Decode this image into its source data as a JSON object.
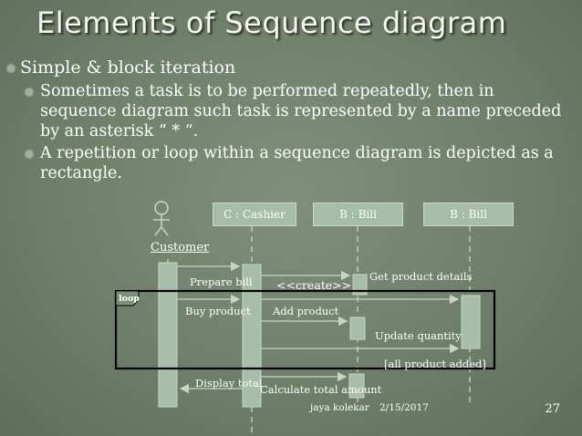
{
  "slide": {
    "title": "Elements of Sequence diagram",
    "bullets": [
      {
        "level": 1,
        "text": "Simple & block iteration"
      },
      {
        "level": 2,
        "text": "Sometimes a task is to be performed repeatedly, then in sequence diagram such task is represented by a name preceded by an asterisk “ * “."
      },
      {
        "level": 2,
        "text": "A repetition or loop within a sequence diagram is depicted as a rectangle."
      }
    ]
  },
  "diagram": {
    "actor_label": "Customer",
    "objects": [
      "C  : Cashier",
      "B : Bill",
      "B : Bill"
    ],
    "loop_label": "loop",
    "messages": {
      "prepare_bill": "Prepare bill",
      "create": "<<create>>",
      "get_product_details": "Get product details",
      "buy_product": "Buy product",
      "add_product": "Add product",
      "update_quantity": "Update quantity",
      "guard": "[all product added]",
      "display_total": "Display total",
      "calculate_total": "Calculate total amount"
    }
  },
  "footer": {
    "author": "jaya kolekar",
    "date": "2/15/2017",
    "page": "27"
  }
}
